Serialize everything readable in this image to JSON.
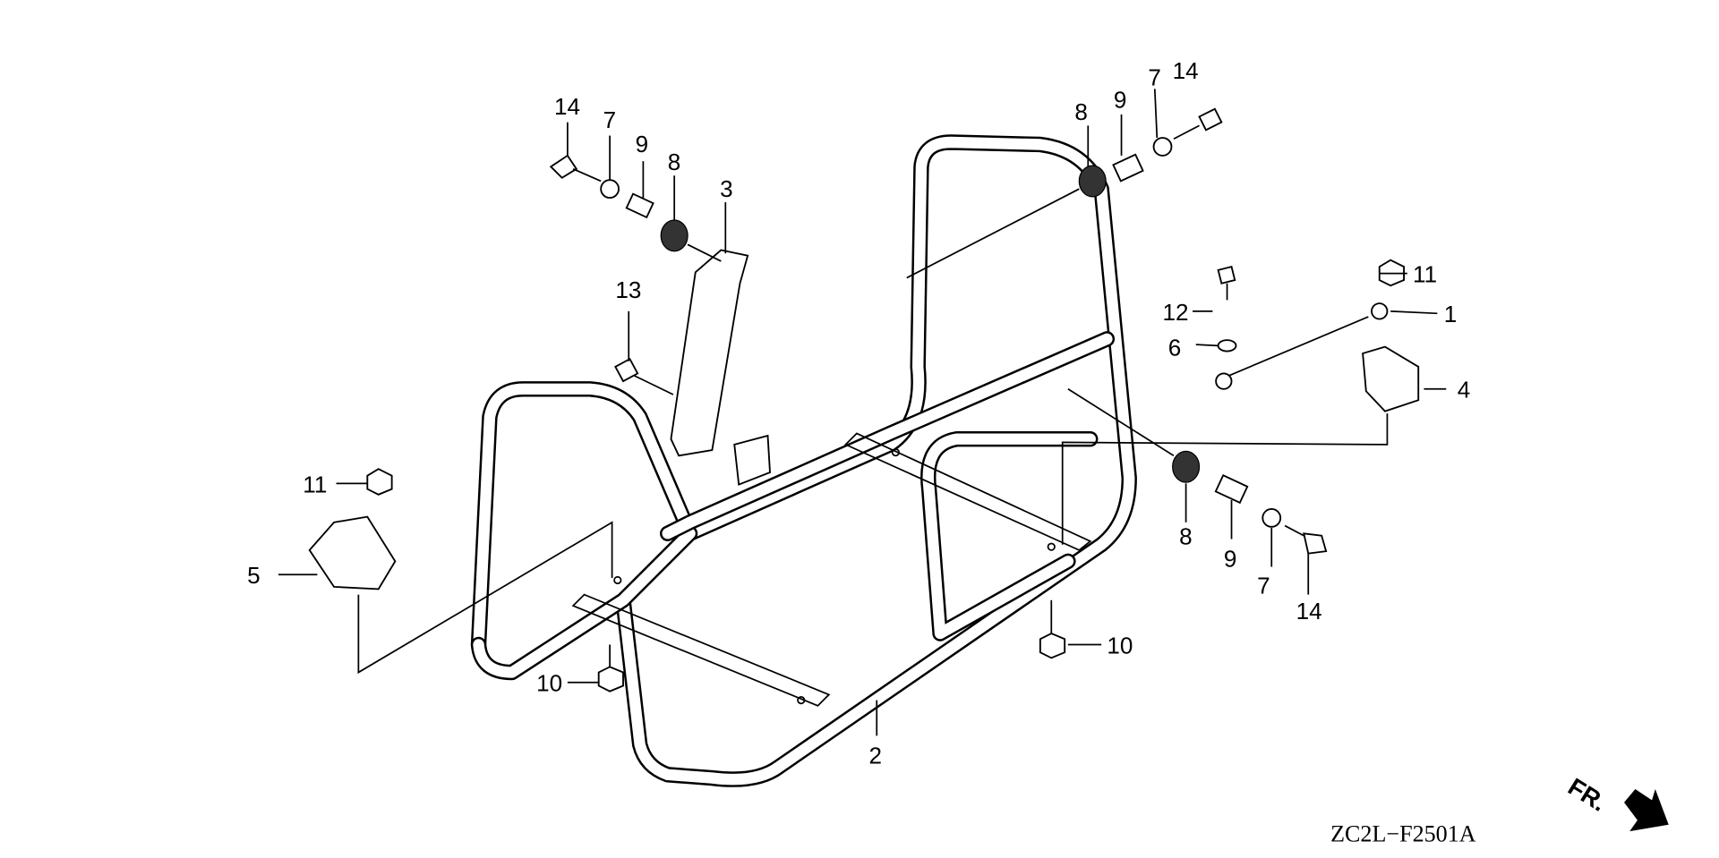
{
  "diagram": {
    "code": "ZC2L−F2501A",
    "direction_label": "FR.",
    "callouts": {
      "c1": "1",
      "c2": "2",
      "c3": "3",
      "c4": "4",
      "c5": "5",
      "c6": "6",
      "c7a": "7",
      "c7b": "7",
      "c7c": "7",
      "c8a": "8",
      "c8b": "8",
      "c8c": "8",
      "c9a": "9",
      "c9b": "9",
      "c9c": "9",
      "c10a": "10",
      "c10b": "10",
      "c11a": "11",
      "c11b": "11",
      "c12": "12",
      "c13": "13",
      "c14a": "14",
      "c14b": "14",
      "c14c": "14"
    }
  }
}
